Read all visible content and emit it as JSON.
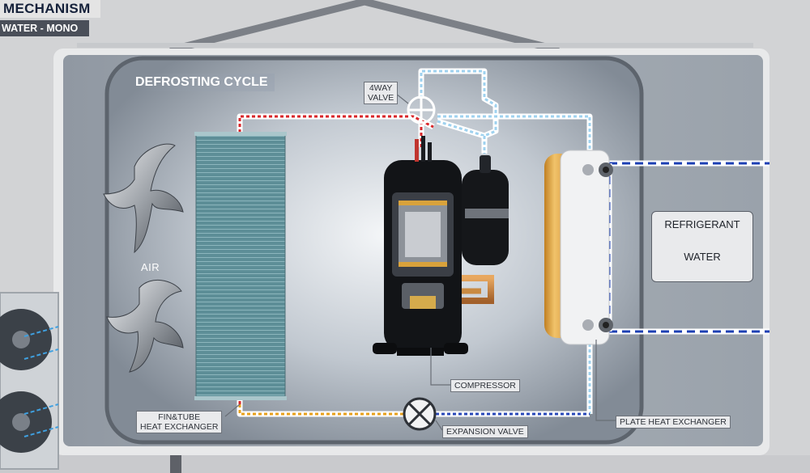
{
  "header": {
    "title": "MECHANISM",
    "subtitle": "WATER - MONO"
  },
  "diagram": {
    "cycle_title": "DEFROSTING CYCLE",
    "labels": {
      "four_way_valve_line1": "4WAY",
      "four_way_valve_line2": "VALVE",
      "air": "AIR",
      "compressor": "COMPRESSOR",
      "fin_tube_line1": "FIN&TUBE",
      "fin_tube_line2": "HEAT EXCHANGER",
      "expansion_valve": "EXPANSION VALVE",
      "plate_heat_exchanger": "PLATE HEAT EXCHANGER"
    },
    "legend": {
      "refrigerant": "REFRIGERANT",
      "water": "WATER"
    },
    "colors": {
      "refrigerant_hot": "#d8262a",
      "refrigerant_cold": "#bfe3f5",
      "refrigerant_warm": "#e8a11c",
      "refrigerant_return": "#2848b8",
      "water_line": "#1c3fb3",
      "panel_bg": "#8f98a3"
    }
  }
}
